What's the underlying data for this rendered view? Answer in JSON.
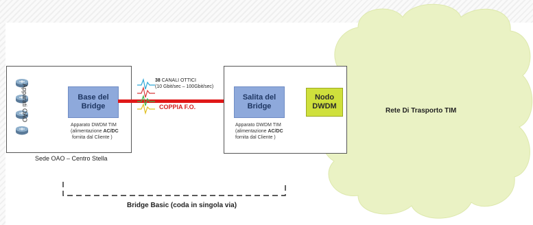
{
  "left_site": {
    "devices_label": "Apparati OAO",
    "bridge_box": "Base del Bridge",
    "desc_line1": "Apparato DWDM TIM",
    "desc_line2_pre": "(alimentazione ",
    "desc_line2_bold": "AC/DC",
    "desc_line3": "fornita dal Cliente )",
    "site_label": "Sede OAO – Centro Stella"
  },
  "link": {
    "channels_count": "38",
    "channels_text": " CANALI OTTICI",
    "channels_rate": "(10 Gbit/sec – 100Gbit/sec)",
    "fiber_label": "COPPIA F.O.",
    "wave_colors": [
      "#2ea6d6",
      "#d63a3a",
      "#3ab54a",
      "#e0c020"
    ]
  },
  "right_site": {
    "bridge_box": "Salita del Bridge",
    "node_box": "Nodo DWDM",
    "desc_line1": "Apparato DWDM TIM",
    "desc_line2_pre": "(alimentazione ",
    "desc_line2_bold": "AC/DC",
    "desc_line3": "fornita dal Cliente )"
  },
  "cloud": {
    "label": "Rete Di Trasporto TIM",
    "color": "#eaf2c4"
  },
  "footer": {
    "bridge_label": "Bridge Basic (coda in singola via)"
  }
}
